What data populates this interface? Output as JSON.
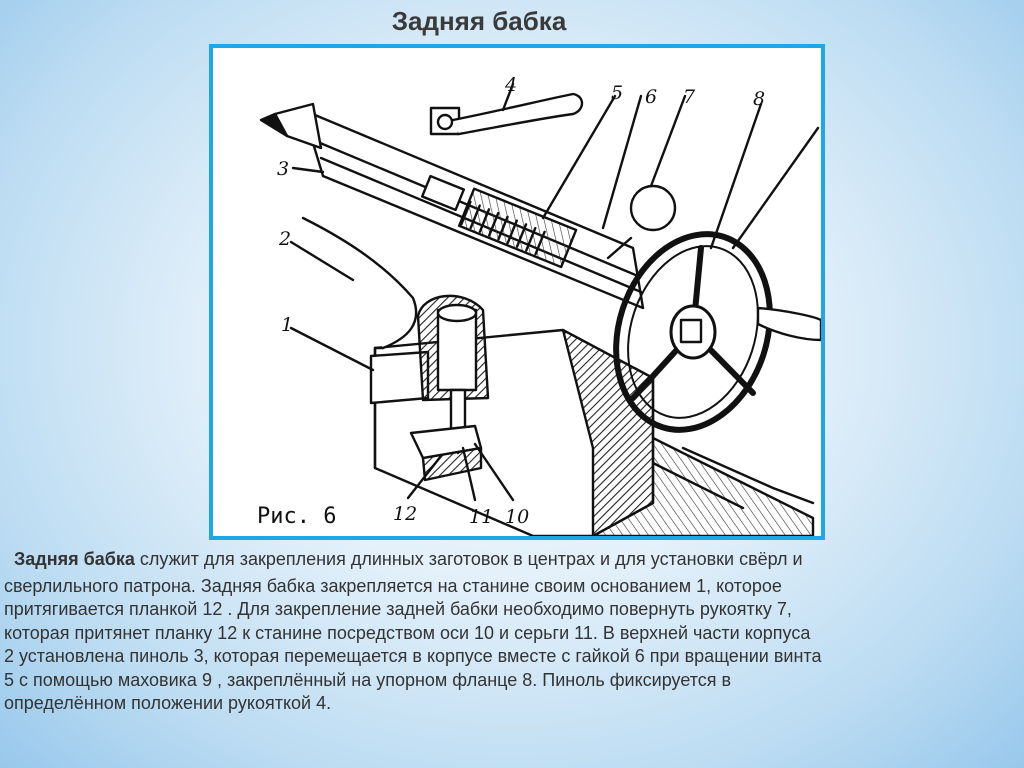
{
  "slide": {
    "title": "Задняя бабка"
  },
  "figure": {
    "caption": "Рис. 6",
    "callouts": [
      "1",
      "2",
      "3",
      "4",
      "5",
      "6",
      "7",
      "8",
      "10",
      "11",
      "12"
    ]
  },
  "body": {
    "lead_term": "Задняя бабка",
    "lines": [
      "служит для закрепления длинных заготовок в центрах и для установки свёрл и",
      "сверлильного патрона.   Задняя бабка закрепляется  на станине своим основанием 1, которое",
      "притягивается планкой 12 . Для закрепление задней бабки  необходимо  повернуть  рукоятку 7,",
      "которая притянет планку 12 к станине посредством оси 10 и серьги 11.  В верхней части корпуса",
      "2 установлена пиноль 3, которая перемещается в корпусе вместе с  гайкой 6 при вращении винта",
      "5 с помощью маховика 9 , закреплённый на  упорном     фланце 8.   Пиноль  фиксируется в",
      "определённом положении рукояткой 4."
    ]
  },
  "colors": {
    "frame_border": "#1ea7e8",
    "title_text": "#3a3a3a",
    "body_text": "#333333"
  }
}
